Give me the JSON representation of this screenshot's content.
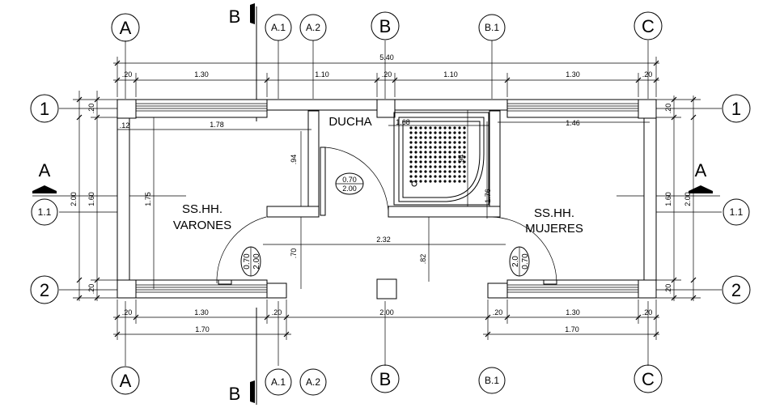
{
  "axes_top": {
    "A": "A",
    "A1": "A.1",
    "A2": "A.2",
    "B": "B",
    "B1": "B.1",
    "C": "C"
  },
  "axes_side": {
    "r1": "1",
    "r11": "1.1",
    "r2": "2"
  },
  "section": {
    "a": "A",
    "b": "B"
  },
  "rooms": {
    "ducha": "DUCHA",
    "men1": "SS.HH.",
    "men2": "VARONES",
    "women1": "SS.HH.",
    "women2": "MUJERES"
  },
  "doors": {
    "d1a": "0.70",
    "d1b": "2.00",
    "d2a": "0.70",
    "d2b": "2.00",
    "d3a": "0.70",
    "d3b": "2.0"
  },
  "dims": {
    "total": "5.40",
    "t1": ".20",
    "t2": "1.30",
    "t3": "1.10",
    "t4": ".20",
    "t5": "1.10",
    "t6": "1.30",
    "t7": ".20",
    "b1": ".20",
    "b2": "1.30",
    "b3": ".20",
    "b4": "2.00",
    "b5": ".20",
    "b6": "1.30",
    "b7": ".20",
    "bl": "1.70",
    "br": "1.70",
    "i178": "1.78",
    "i12": ".12",
    "i168": "1.68",
    "i146": "1.46",
    "i94a": ".94",
    "i94b": ".94",
    "i175": "1.75",
    "i176": "1.76",
    "i232": "2.32",
    "i70": ".70",
    "i82": ".82",
    "l200": "2.00",
    "l160": "1.60",
    "l20a": ".20",
    "l20b": ".20",
    "r200": "2.00",
    "r160": "1.60",
    "r20a": ".20",
    "r20b": ".20"
  }
}
